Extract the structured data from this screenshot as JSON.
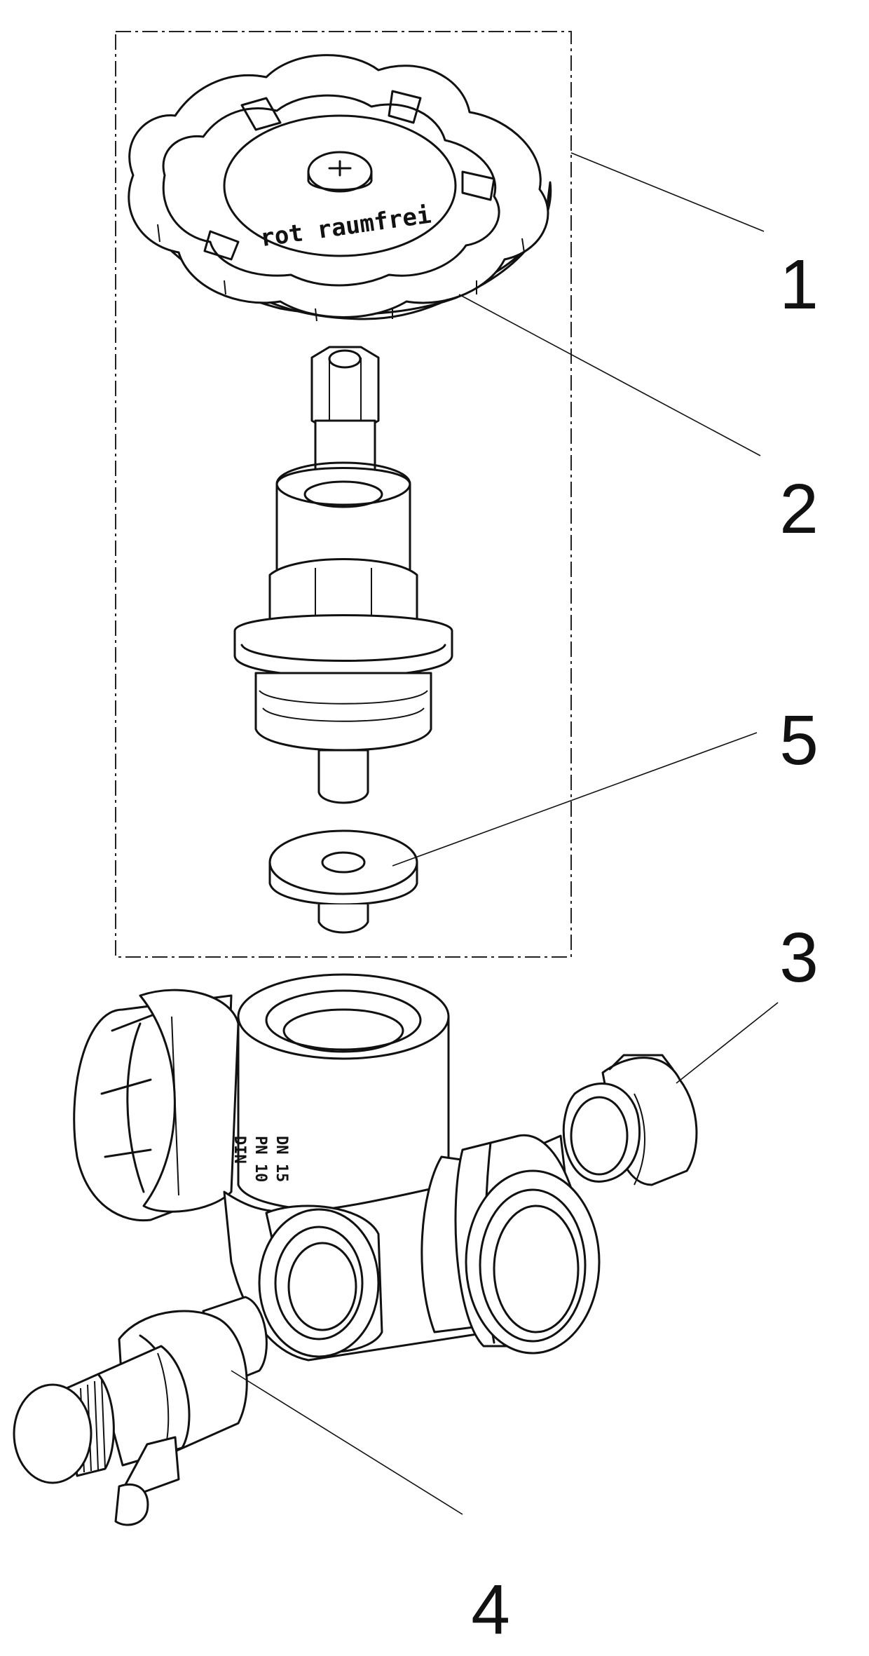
{
  "callouts": [
    "1",
    "2",
    "5",
    "3",
    "4"
  ],
  "handwheel": {
    "cap_text": "rot raumfrei"
  },
  "body_marking": [
    "DN 15",
    "PN 10",
    "DIN"
  ]
}
